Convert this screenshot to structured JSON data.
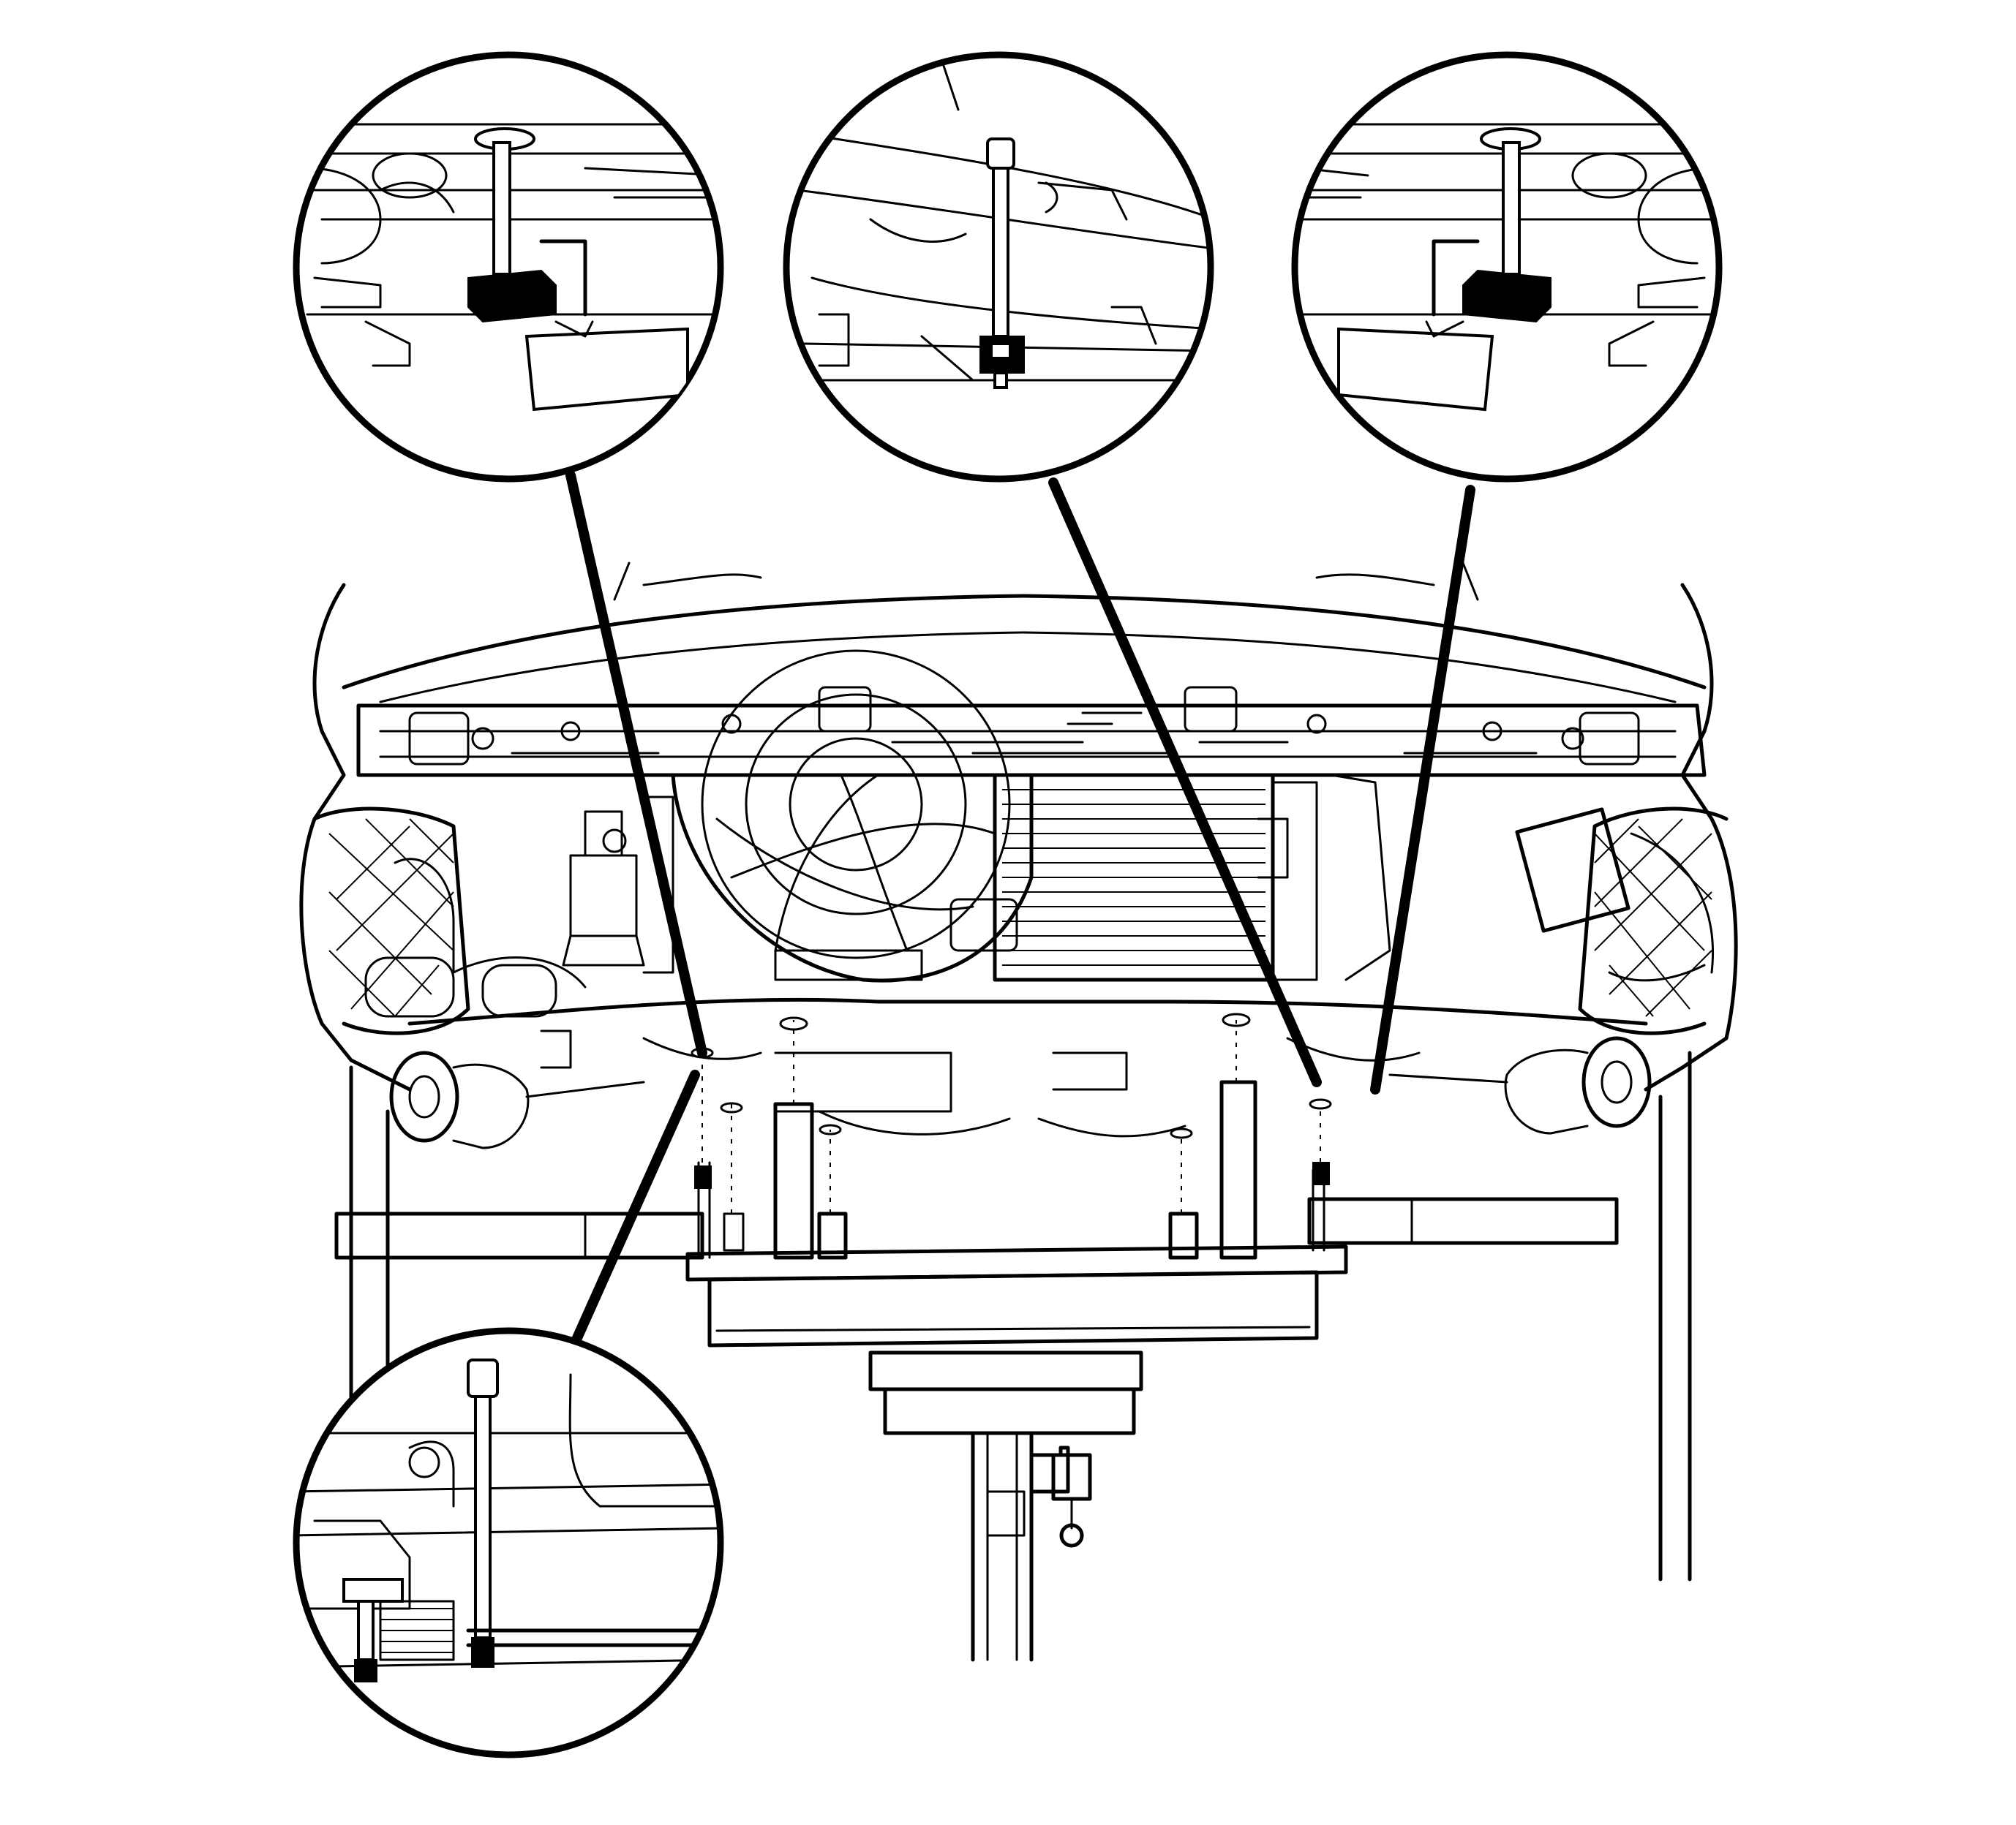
{
  "figure": {
    "description_visible_text": "",
    "insets": [
      {
        "id": "inset-top-left",
        "shows": "clamp-icon"
      },
      {
        "id": "inset-top-center",
        "shows": "bolt-icon"
      },
      {
        "id": "inset-top-right",
        "shows": "clamp-icon"
      },
      {
        "id": "inset-bottom-left",
        "shows": "bolt-icon"
      }
    ],
    "colors": {
      "line": "#000000",
      "background": "#ffffff"
    }
  }
}
